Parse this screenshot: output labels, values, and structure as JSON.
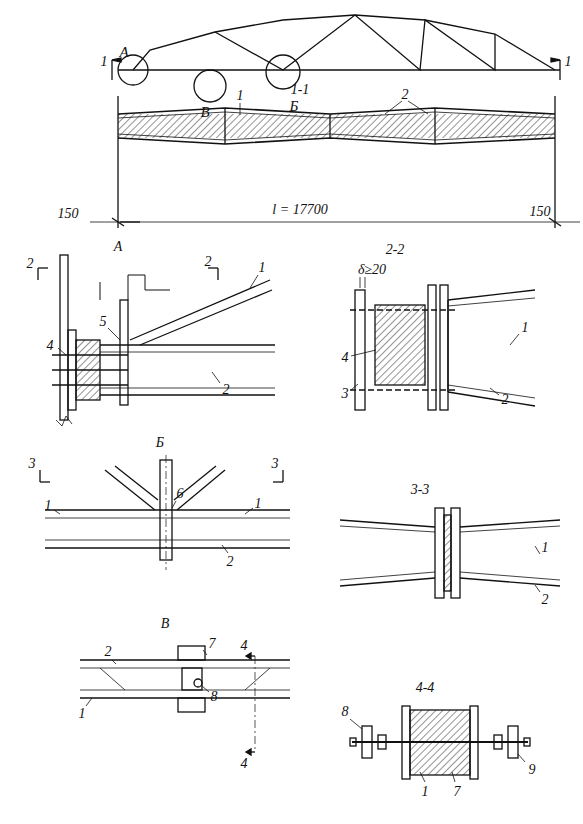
{
  "diagram": {
    "nodes": [
      {
        "text": [
          "А"
        ]
      },
      {
        "text": [
          "В"
        ]
      },
      {
        "text": [
          "Б"
        ]
      }
    ],
    "labels": [
      "1",
      "1",
      "1-1",
      "1",
      "2",
      "150",
      "l = 17700",
      "150",
      "А",
      "2",
      "2",
      "1",
      "4",
      "5",
      "2",
      "2-2",
      "δ≥20",
      "4",
      "3",
      "1",
      "2",
      "Б",
      "3",
      "3",
      "6",
      "1",
      "1",
      "2",
      "3-3",
      "1",
      "2",
      "В",
      "7",
      "4",
      "4",
      "2",
      "1",
      "8",
      "4-4",
      "8",
      "9",
      "1",
      "7"
    ]
  }
}
